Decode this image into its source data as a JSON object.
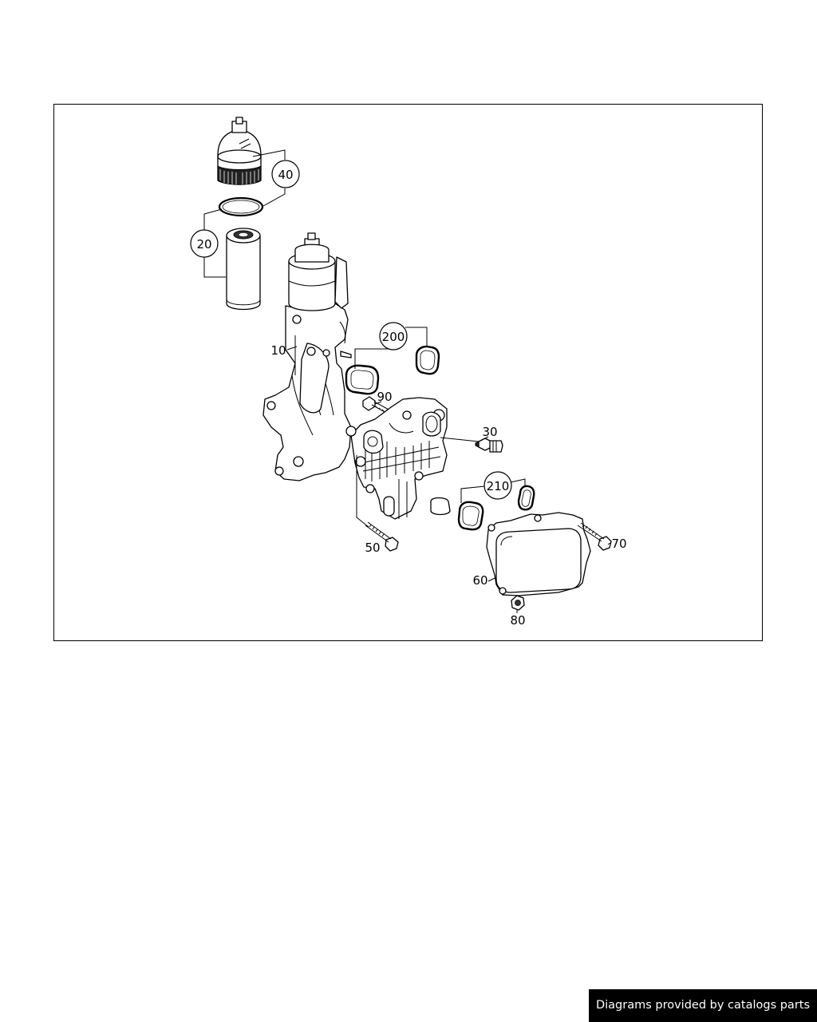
{
  "callouts": {
    "c10": "10",
    "c20": "20",
    "c30": "30",
    "c40": "40",
    "c50": "50",
    "c60": "60",
    "c70": "70",
    "c80": "80",
    "c90": "90",
    "c200": "200",
    "c210": "210"
  },
  "footer": {
    "credit": "Diagrams provided by catalogs parts"
  }
}
